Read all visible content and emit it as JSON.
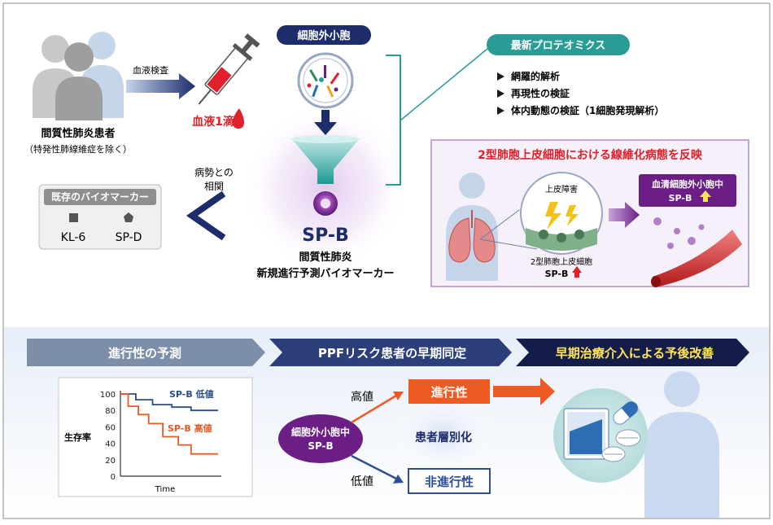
{
  "patient": {
    "label": "間質性肺炎患者",
    "note": "（特発性肺線維症を除く）"
  },
  "blood": {
    "test_label": "血液検査",
    "drop_label": "血液1滴"
  },
  "ev": {
    "badge": "細胞外小胞"
  },
  "spb": {
    "name": "SP-B",
    "line1": "間質性肺炎",
    "line2": "新規進行予測バイオマーカー"
  },
  "existing": {
    "title": "既存のバイオマーカー",
    "markers": [
      "KL-6",
      "SP-D"
    ]
  },
  "correlation": {
    "line1": "病勢との",
    "line2": "相関"
  },
  "proteomics": {
    "badge": "最新プロテオミクス",
    "items": [
      "網羅的解析",
      "再現性の検証",
      "体内動態の検証（1細胞発現解析）"
    ]
  },
  "mechanism": {
    "title": "2型肺胞上皮細胞における線維化病態を反映",
    "injury_label": "上皮障害",
    "cell_label": "2型肺胞上皮細胞",
    "cell_spb": "SP-B",
    "serum_line1": "血清細胞外小胞中",
    "serum_line2": "SP-B"
  },
  "steps": [
    "進行性の予測",
    "PPFリスク患者の早期同定",
    "早期治療介入による予後改善"
  ],
  "chart_data": {
    "type": "line",
    "ylabel": "生存率",
    "xlabel": "Time",
    "ylim": [
      0,
      100
    ],
    "yticks": [
      "100",
      "80",
      "60",
      "40",
      "20",
      "0"
    ],
    "series": [
      {
        "name": "SP-B 低値",
        "color": "#2b4d86",
        "x": [
          0,
          1.2,
          1.2,
          2.5,
          2.5,
          4,
          4,
          5.5,
          5.5,
          7.6
        ],
        "values": [
          100,
          100,
          93,
          93,
          87,
          87,
          84,
          84,
          80,
          80
        ]
      },
      {
        "name": "SP-B 高値",
        "color": "#e65a28",
        "x": [
          0,
          0.6,
          0.6,
          1.4,
          1.4,
          2.2,
          2.2,
          3.3,
          3.3,
          4.5,
          4.5,
          5.5,
          5.5,
          7.6
        ],
        "values": [
          100,
          100,
          85,
          85,
          75,
          75,
          64,
          64,
          48,
          48,
          38,
          38,
          27,
          27
        ]
      }
    ]
  },
  "stratify": {
    "center_line1": "細胞外小胞中",
    "center_line2": "SP-B",
    "high": "高値",
    "low": "低値",
    "progressive": "進行性",
    "nonprogressive": "非進行性",
    "label": "患者層別化"
  },
  "colors": {
    "navy": "#1d2d6b",
    "purple": "#6b1f86",
    "teal": "#2a9c96",
    "orange": "#ef5a22",
    "red": "#e0202a",
    "yellow": "#ffe45c"
  }
}
